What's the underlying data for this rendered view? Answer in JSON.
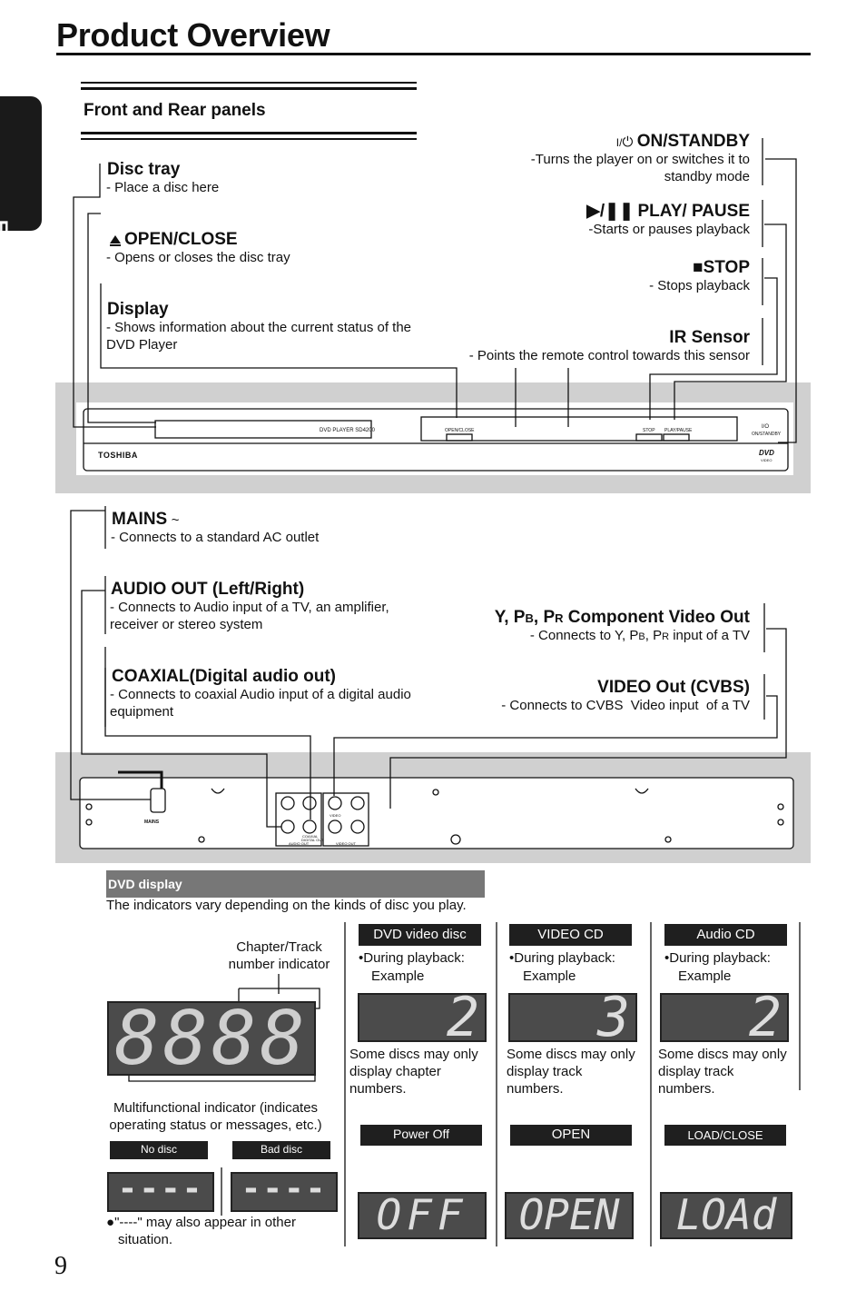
{
  "title": "Product Overview",
  "language_tab": "English",
  "section_title": "Front and Rear panels",
  "front": {
    "disc_tray": {
      "label": "Disc tray",
      "desc": "- Place a disc here"
    },
    "open_close": {
      "icon": "eject-icon",
      "label": "OPEN/CLOSE",
      "desc": "- Opens or closes the disc tray"
    },
    "display": {
      "label": "Display",
      "desc1": "- Shows information about the current status of the",
      "desc2": "DVD Player"
    },
    "on_standby": {
      "prefix": "I/",
      "label": "ON/STANDBY",
      "desc1": "-Turns the player on or switches it to",
      "desc2": "standby mode"
    },
    "play_pause": {
      "label": "PLAY/ PAUSE",
      "desc": "-Starts or pauses playback"
    },
    "stop": {
      "label": "STOP",
      "desc": "- Stops playback"
    },
    "ir_sensor": {
      "label": "IR Sensor",
      "desc": "- Points the remote control towards this sensor"
    }
  },
  "device_front": {
    "brand": "TOSHIBA",
    "model": "DVD PLAYER SD4200",
    "open_close": "OPEN/CLOSE",
    "stop": "STOP",
    "play_pause": "PLAY/PAUSE",
    "power": "I/O",
    "power2": "ON/STANDBY",
    "dvd_logo": "DVD",
    "dvd_logo_sub": "VIDEO"
  },
  "rear": {
    "mains": {
      "label": "MAINS",
      "suffix": "~",
      "desc": "- Connects to a standard AC outlet"
    },
    "audio_out": {
      "label": "AUDIO OUT (Left/Right)",
      "desc1": "- Connects to Audio input of a TV, an amplifier,",
      "desc2": "receiver or stereo system"
    },
    "coaxial": {
      "label": "COAXIAL(Digital audio out)",
      "desc1": "- Connects to coaxial Audio input of a digital audio",
      "desc2": "equipment"
    },
    "component": {
      "y": "Y, P",
      "b": "B",
      "sep": ", P",
      "r": "R",
      "rest": " Component Video Out",
      "desc_a": "- Connects to Y, P",
      "desc_b": "B",
      "desc_c": ", P",
      "desc_d": "R",
      "desc_e": " input of a TV"
    },
    "video_out": {
      "label": "VIDEO Out (CVBS)",
      "desc": "- Connects to CVBS  Video input  of a TV"
    }
  },
  "device_rear": {
    "mains": "MAINS",
    "audio_out": "AUDIO OUT",
    "coaxial": "COAXIAL",
    "digital_out": "DIGITAL OUT",
    "video_out": "VIDEO OUT",
    "video": "VIDEO"
  },
  "dvd_display": {
    "header": "DVD display",
    "intro": "The indicators vary depending on the kinds of disc you play.",
    "chapter_label1": "Chapter/Track",
    "chapter_label2": "number indicator",
    "big_lcd": "8888",
    "multi1": "Multifunctional indicator (indicates",
    "multi2": "operating status or messages, etc.)",
    "no_disc": "No disc",
    "bad_disc": "Bad disc",
    "dash": "----",
    "note1": "\"----\" may also appear in other",
    "note2": "situation.",
    "cols": [
      {
        "title": "DVD video disc",
        "l1": "•During playback:",
        "l2": "Example",
        "value": "2",
        "n1": "Some discs may only",
        "n2": "display chapter",
        "n3": "numbers."
      },
      {
        "title": "VIDEO CD",
        "l1": "•During playback:",
        "l2": "Example",
        "value": "3",
        "n1": "Some discs may only",
        "n2": "display track",
        "n3": "numbers."
      },
      {
        "title": "Audio CD",
        "l1": "•During playback:",
        "l2": "Example",
        "value": "2",
        "n1": "Some discs may only",
        "n2": "display track",
        "n3": "numbers."
      }
    ],
    "states": [
      {
        "title": "Power Off",
        "value": "OFF"
      },
      {
        "title": "OPEN",
        "value": "OPEN"
      },
      {
        "title": "LOAD/CLOSE",
        "value": "LOAd"
      }
    ]
  },
  "page_number": "9"
}
